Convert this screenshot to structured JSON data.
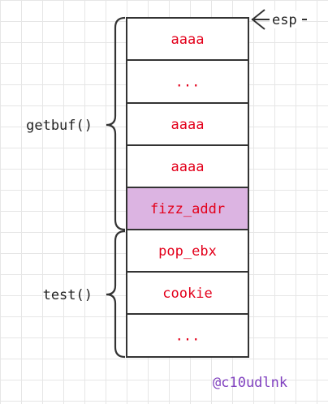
{
  "stack": {
    "cells": [
      {
        "label": "aaaa",
        "highlight": false
      },
      {
        "label": "...",
        "highlight": false
      },
      {
        "label": "aaaa",
        "highlight": false
      },
      {
        "label": "aaaa",
        "highlight": false
      },
      {
        "label": "fizz_addr",
        "highlight": true
      },
      {
        "label": "pop_ebx",
        "highlight": false
      },
      {
        "label": "cookie",
        "highlight": false
      },
      {
        "label": "...",
        "highlight": false
      }
    ],
    "pointer": {
      "label": "esp"
    },
    "groups": [
      {
        "label": "getbuf()"
      },
      {
        "label": "test()"
      }
    ]
  },
  "watermark": "@c10udlnk",
  "colors": {
    "cell_text": "#e3001b",
    "highlight_fill": "#dcb4e2",
    "border": "#333333",
    "watermark": "#7f3fbf"
  }
}
